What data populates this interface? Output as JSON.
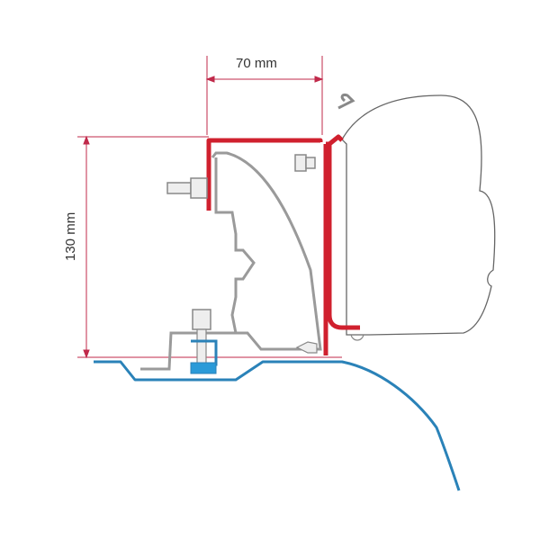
{
  "diagram": {
    "type": "technical-mounting-drawing",
    "dimensions": {
      "width_label": "70 mm",
      "height_label": "130 mm"
    },
    "colors": {
      "dimension_line": "#c0294a",
      "bracket_red": "#d0202e",
      "profile_gray": "#9a9a9a",
      "profile_fill": "#e8e8e8",
      "vehicle_blue": "#2a82b8",
      "awning_outline": "#666666"
    },
    "parts": [
      {
        "name": "awning-cassette",
        "color": "white-outline"
      },
      {
        "name": "adapter-bracket",
        "color": "red"
      },
      {
        "name": "mounting-profile",
        "color": "gray"
      },
      {
        "name": "vehicle-roof",
        "color": "blue"
      },
      {
        "name": "roof-clamp",
        "color": "blue"
      },
      {
        "name": "bolts",
        "color": "gray"
      }
    ]
  }
}
